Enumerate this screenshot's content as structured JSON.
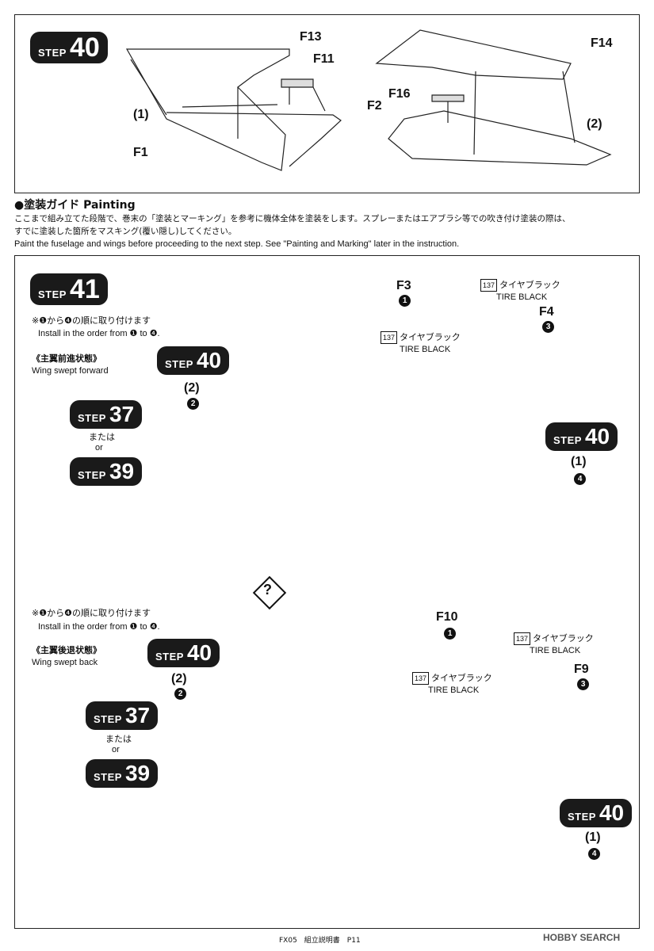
{
  "step40": {
    "label": "STEP",
    "number": "40",
    "f13": "F13",
    "f11": "F11",
    "f14": "F14",
    "f16": "F16",
    "f2": "F2",
    "f1": "F1",
    "sub1": "(1)",
    "sub2": "(2)"
  },
  "painting": {
    "title": "●塗装ガイド Painting",
    "jp_line1": "ここまで組み立てた段階で、巻末の「塗装とマーキング」を参考に機体全体を塗装をします。スプレーまたはエアブラシ等での吹き付け塗装の際は、",
    "jp_line2": "すでに塗装した箇所をマスキング(覆い隠し)してください。",
    "en": "Paint the fuselage and wings before proceeding to the next step. See \"Painting and Marking\" later in the instruction."
  },
  "step41": {
    "label": "STEP",
    "number": "41",
    "order_jp": "※❶から❹の順に取り付けます",
    "order_en": "Install in the order from ❶ to ❹.",
    "forward_jp": "《主翼前進状態》",
    "forward_en": "Wing swept forward",
    "back_jp": "《主翼後退状態》",
    "back_en": "Wing swept back",
    "or_jp": "または",
    "or_en": "or",
    "paint_code": "137",
    "tire_jp": "タイヤブラック",
    "tire_en": "TIRE BLACK",
    "f3": "F3",
    "f4": "F4",
    "f10": "F10",
    "f9": "F9",
    "s37": "37",
    "s39": "39",
    "s40": "40",
    "sub1": "(1)",
    "sub2": "(2)",
    "n1": "1",
    "n2": "2",
    "n3": "3",
    "n4": "4",
    "choice_mark": "?"
  },
  "footer": {
    "page": "FX05　組立説明書　P11",
    "watermark": "HOBBY SEARCH"
  }
}
